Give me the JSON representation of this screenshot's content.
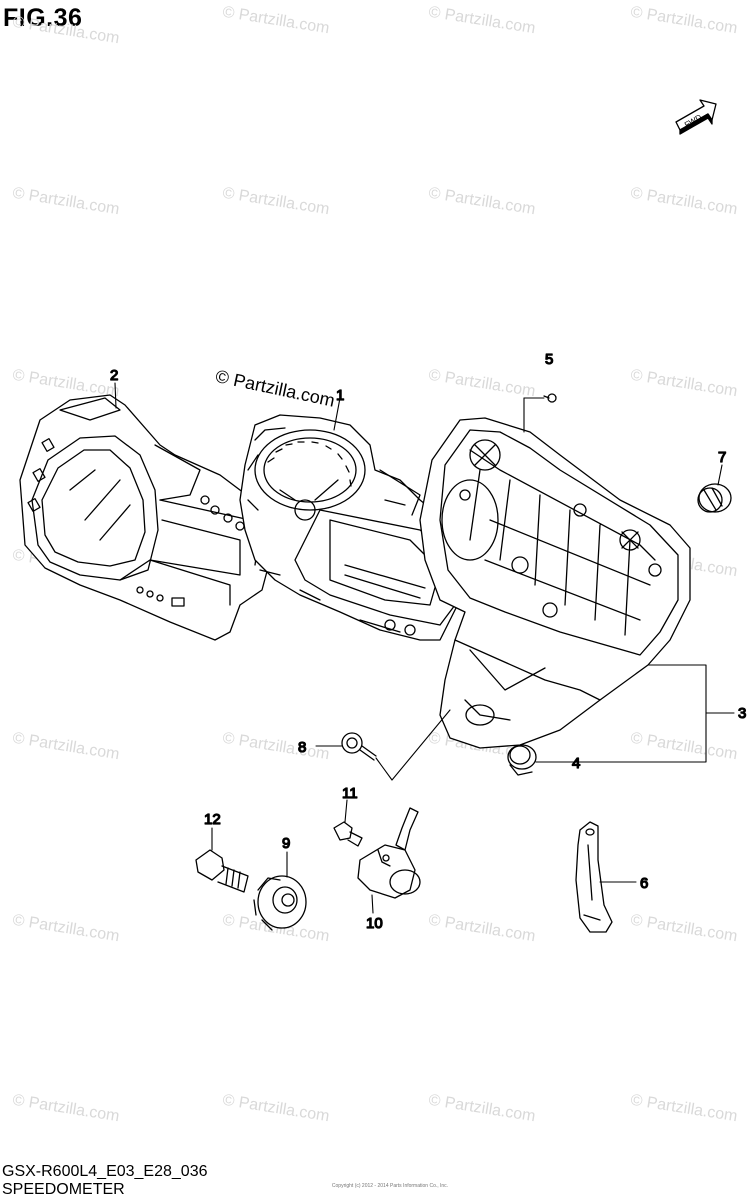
{
  "figure": {
    "title": "FIG.36"
  },
  "footer": {
    "model_code": "GSX-R600L4_E03_E28_036",
    "section_name": "SPEEDOMETER",
    "copyright_line1": "Copyright (c) 2012 - 2014 Parts Information Co., Inc."
  },
  "watermark": {
    "text": "© Partzilla.com"
  },
  "main_watermark": {
    "text": "© Partzilla.com"
  },
  "fwd_arrow": {
    "text": "FWD"
  },
  "callouts": [
    "1",
    "2",
    "3",
    "4",
    "5",
    "6",
    "7",
    "8",
    "9",
    "10",
    "11",
    "12"
  ],
  "colors": {
    "line": "#000000",
    "watermark": "#d9d9d9"
  }
}
